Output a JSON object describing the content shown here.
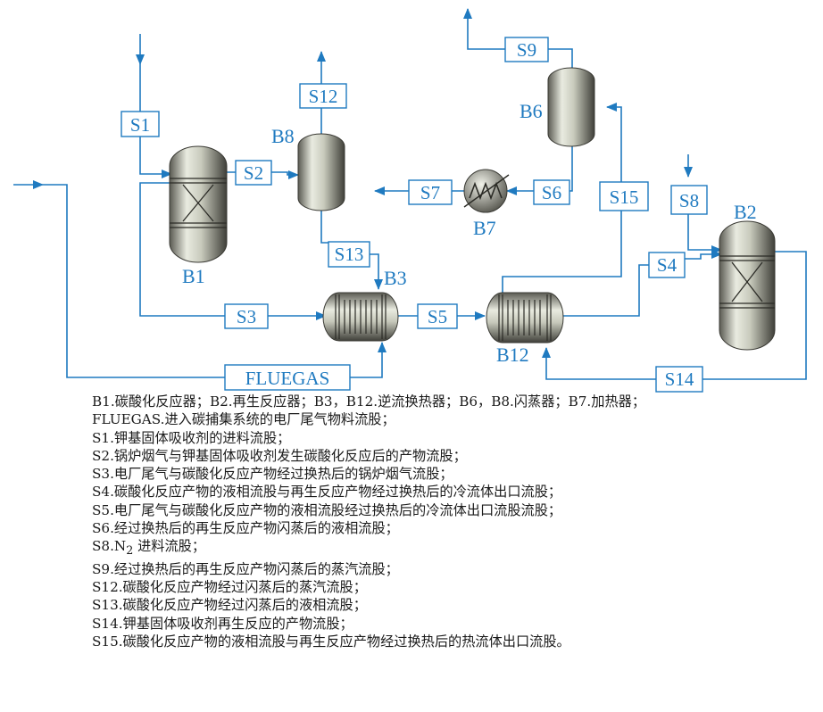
{
  "diagram": {
    "units": {
      "B1": "B1",
      "B2": "B2",
      "B3": "B3",
      "B6": "B6",
      "B7": "B7",
      "B8": "B8",
      "B12": "B12"
    },
    "streams": {
      "S1": "S1",
      "S2": "S2",
      "S3": "S3",
      "S4": "S4",
      "S5": "S5",
      "S6": "S6",
      "S7": "S7",
      "S8": "S8",
      "S9": "S9",
      "S12": "S12",
      "S13": "S13",
      "S14": "S14",
      "S15": "S15",
      "FLUEGAS": "FLUEGAS"
    },
    "colors": {
      "stream": "#1f7ac0",
      "equipment_light": "#e8eae0",
      "equipment_dark": "#4a4a44"
    }
  },
  "legend": [
    "B1.碳酸化反应器；B2.再生反应器；B3，B12.逆流换热器；B6，B8.闪蒸器；B7.加热器；",
    "FLUEGAS.进入碳捕集系统的电厂尾气物料流股；",
    "S1.钾基固体吸收剂的进料流股；",
    "S2.锅炉烟气与钾基固体吸收剂发生碳酸化反应后的产物流股；",
    "S3.电厂尾气与碳酸化反应产物经过换热后的锅炉烟气流股；",
    "S4.碳酸化反应产物的液相流股与再生反应产物经过换热后的冷流体出口流股；",
    "S5.电厂尾气与碳酸化反应产物的液相流股经过换热后的冷流体出口流股流股；",
    "S6.经过换热后的再生反应产物闪蒸后的液相流股；",
    {
      "pre": "S8.N",
      "sub": "2",
      "post": " 进料流股；"
    },
    "S9.经过换热后的再生反应产物闪蒸后的蒸汽流股；",
    "S12.碳酸化反应产物经过闪蒸后的蒸汽流股；",
    "S13.碳酸化反应产物经过闪蒸后的液相流股；",
    "S14.钾基固体吸收剂再生反应的产物流股；",
    "S15.碳酸化反应产物的液相流股与再生反应产物经过换热后的热流体出口流股。"
  ]
}
